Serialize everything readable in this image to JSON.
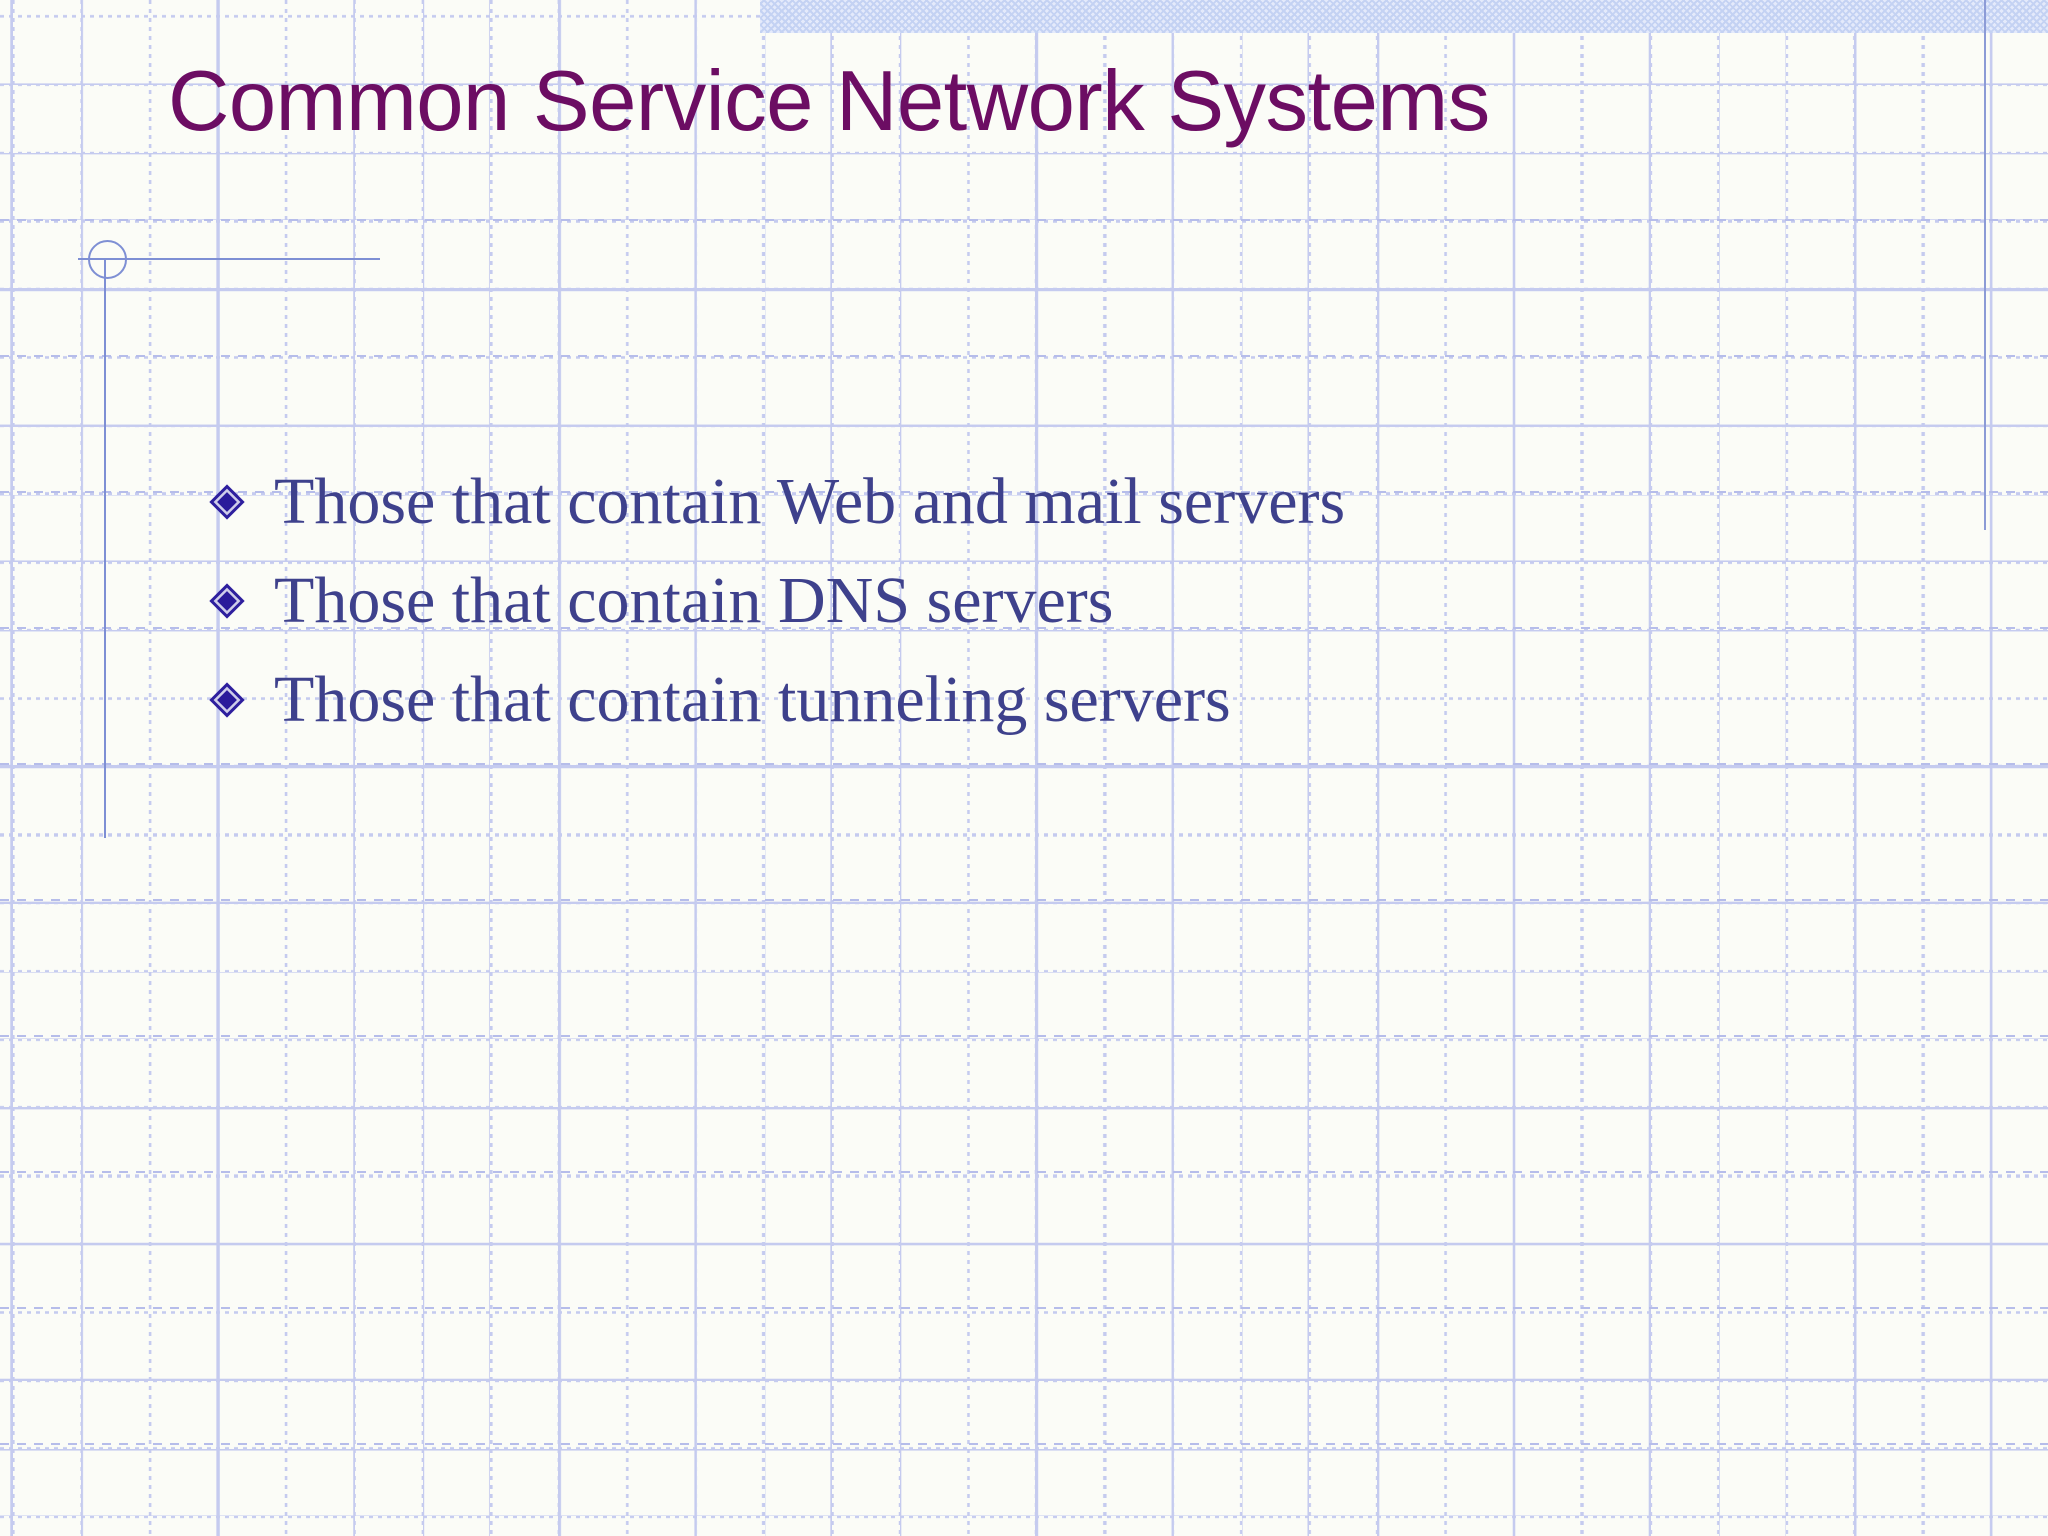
{
  "slide": {
    "title": "Common Service Network Systems",
    "title_color": "#6c0d63",
    "background_color": "#fbfcf7",
    "grid_line_color": "#c3c9ef",
    "accent_rule_color": "#7e8fd4",
    "body_text_color": "#3e418c",
    "bullet_color": "#2a1a9b",
    "top_band_color": "#e4eafb"
  },
  "bullets": [
    {
      "marker": "diamond-bullet-icon",
      "text": "Those that contain Web and mail servers"
    },
    {
      "marker": "diamond-bullet-icon",
      "text": "Those that contain DNS servers"
    },
    {
      "marker": "diamond-bullet-icon",
      "text": "Those that contain tunneling servers"
    }
  ],
  "decorations": {
    "corner_circle": "circle-decoration",
    "title_underline": "horizontal-rule",
    "left_vertical_rule": "vertical-rule",
    "right_vertical_rule": "vertical-rule",
    "top_band": "hatched-band"
  }
}
